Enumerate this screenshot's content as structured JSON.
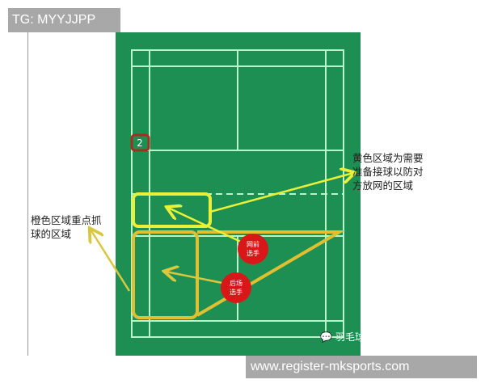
{
  "header_tag": "TG: MYYJJPP",
  "court_number": "2",
  "labels": {
    "left": [
      "橙色区域重点抓",
      "球的区域"
    ],
    "right": [
      "黄色区域为需要",
      "准备接球以防对",
      "方放网的区域"
    ]
  },
  "players": {
    "front": [
      "网前",
      "选手"
    ],
    "back": [
      "后场",
      "选手"
    ]
  },
  "watermark": "羽毛球晋级之路-迪迪王",
  "footer_url": "www.register-mksports.com",
  "colors": {
    "court": "#1e8f52",
    "lines": "#b8f5c8",
    "yellow": "#e8f03a",
    "orange": "#e0c030",
    "player": "#d81818"
  }
}
